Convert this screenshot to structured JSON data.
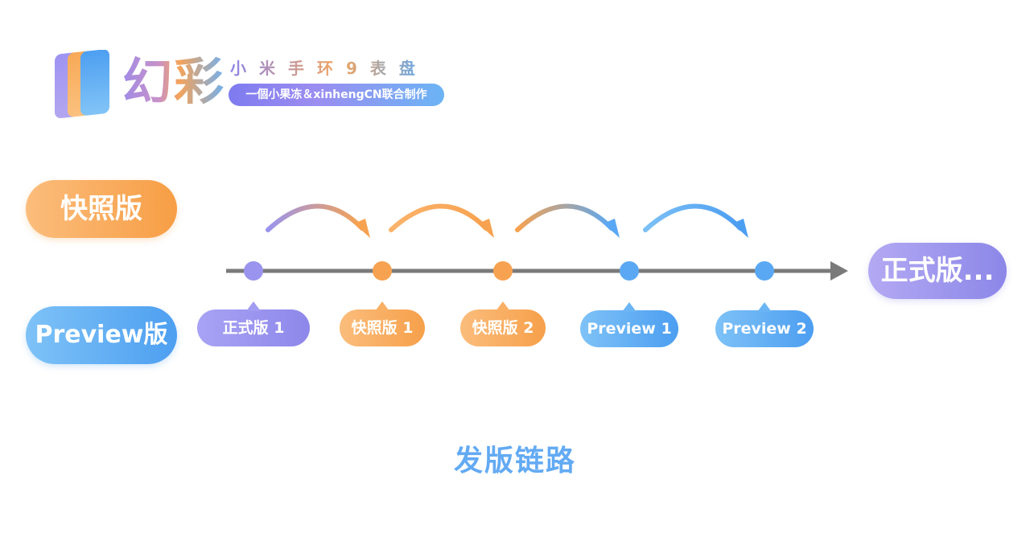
{
  "header": {
    "logo_title": "幻彩",
    "subtitle": "小米手环9表盘",
    "credit": "一個小果冻＆xinhengCN联合制作"
  },
  "legend": {
    "snapshot_label": "快照版",
    "preview_label": "Preview版"
  },
  "timeline": {
    "releases": [
      {
        "label": "正式版 1",
        "kind": "formal"
      },
      {
        "label": "快照版 1",
        "kind": "snapshot"
      },
      {
        "label": "快照版 2",
        "kind": "snapshot"
      },
      {
        "label": "Preview 1",
        "kind": "preview"
      },
      {
        "label": "Preview 2",
        "kind": "preview"
      }
    ],
    "next_label": "正式版..."
  },
  "caption": "发版链路",
  "colors": {
    "formal": "#9a94ee",
    "snapshot": "#f7a250",
    "preview": "#5aa8f3",
    "axis": "#7a7a7a",
    "caption": "#63aaf3"
  }
}
